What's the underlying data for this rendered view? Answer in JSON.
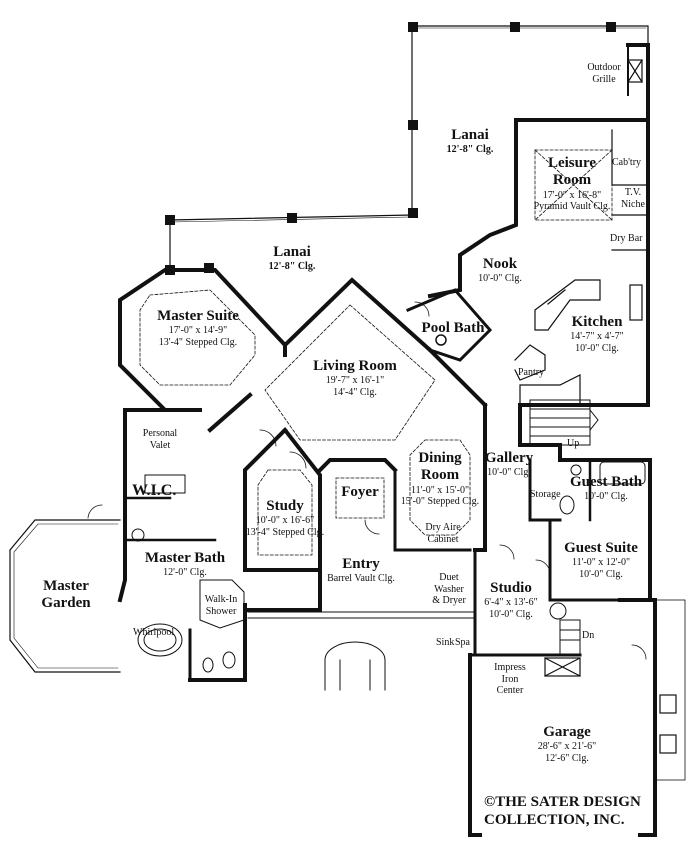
{
  "rooms": {
    "lanai_top": {
      "name": "Lanai",
      "clg": "12'-8\" Clg."
    },
    "lanai_left": {
      "name": "Lanai",
      "clg": "12'-8\" Clg."
    },
    "leisure": {
      "name_l1": "Leisure",
      "name_l2": "Room",
      "size": "17'-0\" x 16'-8\"",
      "clg": "Pyramid Vault Clg."
    },
    "nook": {
      "name": "Nook",
      "clg": "10'-0\" Clg."
    },
    "kitchen": {
      "name": "Kitchen",
      "size": "14'-7\" x 4'-7\"",
      "clg": "10'-0\" Clg."
    },
    "master_suite": {
      "name": "Master Suite",
      "size": "17'-0\" x 14'-9\"",
      "clg": "13'-4\" Stepped Clg."
    },
    "living": {
      "name": "Living Room",
      "size": "19'-7\" x 16'-1\"",
      "clg": "14'-4\" Clg."
    },
    "pool_bath": {
      "name": "Pool Bath"
    },
    "dining": {
      "name_l1": "Dining",
      "name_l2": "Room",
      "size": "11'-0\" x 15'-0\"",
      "clg": "15'-0\" Stepped Clg."
    },
    "gallery": {
      "name": "Gallery",
      "clg": "10'-0\" Clg."
    },
    "guest_bath": {
      "name": "Guest Bath",
      "clg": "10'-0\" Clg."
    },
    "guest_suite": {
      "name": "Guest Suite",
      "size": "11'-0\" x 12'-0\"",
      "clg": "10'-0\" Clg."
    },
    "wic": {
      "name": "W.I.C."
    },
    "study": {
      "name": "Study",
      "size": "10'-0\" x 16'-6\"",
      "clg": "13'-4\" Stepped Clg."
    },
    "foyer": {
      "name": "Foyer"
    },
    "entry": {
      "name": "Entry",
      "clg": "Barrel Vault Clg."
    },
    "master_bath": {
      "name": "Master Bath",
      "clg": "12'-0\" Clg."
    },
    "master_garden": {
      "name_l1": "Master",
      "name_l2": "Garden"
    },
    "studio": {
      "name": "Studio",
      "size": "6'-4\" x 13'-6\"",
      "clg": "10'-0\" Clg."
    },
    "garage": {
      "name": "Garage",
      "size": "28'-6\" x 21'-6\"",
      "clg": "12'-6\" Clg."
    }
  },
  "fixtures": {
    "outdoor_grille": {
      "l1": "Outdoor",
      "l2": "Grille"
    },
    "cabtry": "Cab'try",
    "tv_niche": {
      "l1": "T.V.",
      "l2": "Niche"
    },
    "dry_bar": "Dry Bar",
    "pantry": "Pantry",
    "up": "Up",
    "storage": "Storage",
    "dry_aire": {
      "l1": "Dry Aire",
      "l2": "Cabinet"
    },
    "personal_valet": {
      "l1": "Personal",
      "l2": "Valet"
    },
    "walk_in_shower": {
      "l1": "Walk-In",
      "l2": "Shower"
    },
    "whirlpool": "Whirlpool",
    "duet": {
      "l1": "Duet",
      "l2": "Washer",
      "l3": "& Dryer"
    },
    "sink_spa": "Sink",
    "spa": "Spa",
    "dn": "Dn",
    "impress": {
      "l1": "Impress",
      "l2": "Iron",
      "l3": "Center"
    }
  },
  "copyright": {
    "l1": "©THE SATER DESIGN",
    "l2": "COLLECTION, INC."
  }
}
